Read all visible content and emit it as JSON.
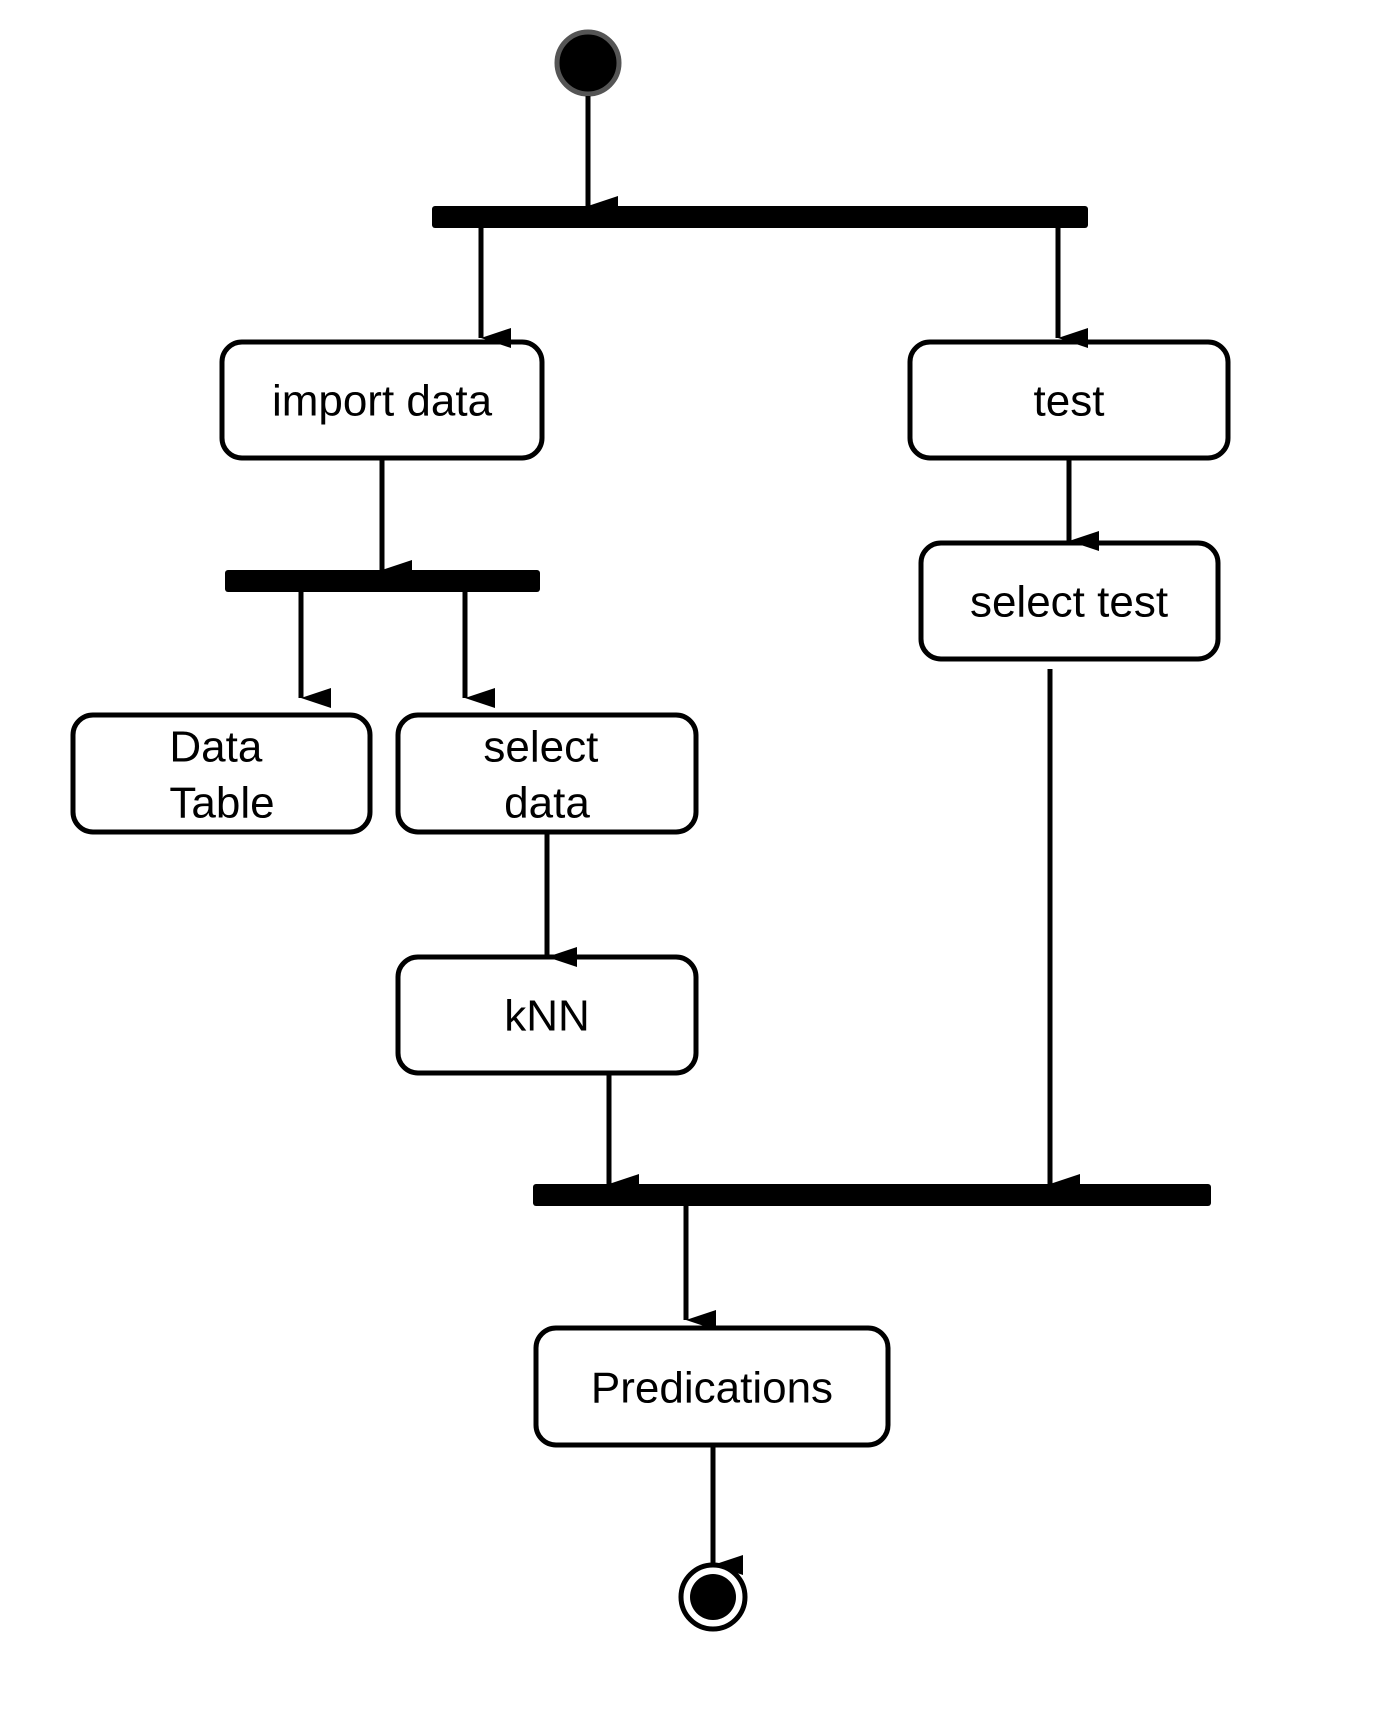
{
  "diagram": {
    "nodes": {
      "import_data": {
        "lines": [
          "import data"
        ]
      },
      "test": {
        "lines": [
          "test"
        ]
      },
      "select_test": {
        "lines": [
          "select test"
        ]
      },
      "data_table": {
        "lines": [
          "Data",
          "Table"
        ]
      },
      "select_data": {
        "lines": [
          "select",
          "data"
        ]
      },
      "knn": {
        "lines": [
          "kNN"
        ]
      },
      "predications": {
        "lines": [
          "Predications"
        ]
      }
    },
    "colors": {
      "stroke": "#000000",
      "fill": "#ffffff",
      "start_node_border": "#555555"
    }
  }
}
